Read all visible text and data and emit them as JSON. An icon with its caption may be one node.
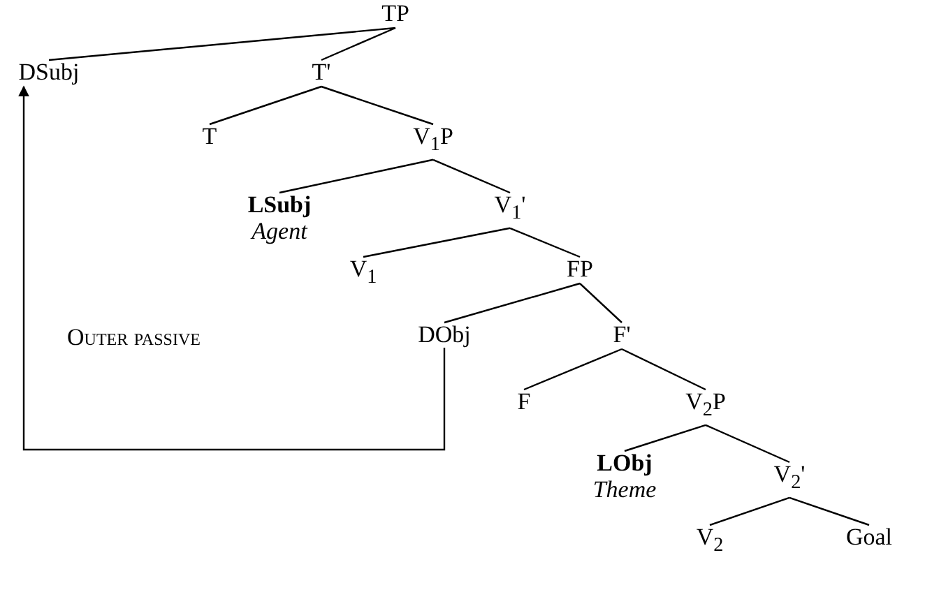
{
  "diagram": {
    "nodes": [
      {
        "text": [
          "TP"
        ]
      },
      {
        "text": [
          "DSubj"
        ]
      },
      {
        "text": [
          "T'"
        ]
      },
      {
        "text": [
          "T"
        ]
      },
      {
        "text": [
          "V$_{1}$P"
        ]
      },
      {
        "text": [
          "LSubj",
          "Agent"
        ]
      },
      {
        "text": [
          "V$_{1}$'"
        ]
      },
      {
        "text": [
          "V$_{1}$"
        ]
      },
      {
        "text": [
          "FP"
        ]
      },
      {
        "text": [
          "DObj"
        ]
      },
      {
        "text": [
          "F'"
        ]
      },
      {
        "text": [
          "F"
        ]
      },
      {
        "text": [
          "V$_{2}$P"
        ]
      },
      {
        "text": [
          "LObj",
          "Theme"
        ]
      },
      {
        "text": [
          "V$_{2}$'"
        ]
      },
      {
        "text": [
          "V$_{2}$"
        ]
      },
      {
        "text": [
          "Goal"
        ]
      }
    ],
    "edges": [
      {
        "from": 0,
        "to": 1,
        "arrow": "none"
      },
      {
        "from": 0,
        "to": 2,
        "arrow": "none"
      },
      {
        "from": 2,
        "to": 3,
        "arrow": "none"
      },
      {
        "from": 2,
        "to": 4,
        "arrow": "none"
      },
      {
        "from": 4,
        "to": 5,
        "arrow": "none"
      },
      {
        "from": 4,
        "to": 6,
        "arrow": "none"
      },
      {
        "from": 6,
        "to": 7,
        "arrow": "none"
      },
      {
        "from": 6,
        "to": 8,
        "arrow": "none"
      },
      {
        "from": 8,
        "to": 9,
        "arrow": "none"
      },
      {
        "from": 8,
        "to": 10,
        "arrow": "none"
      },
      {
        "from": 10,
        "to": 11,
        "arrow": "none"
      },
      {
        "from": 10,
        "to": 12,
        "arrow": "none"
      },
      {
        "from": 12,
        "to": 13,
        "arrow": "none"
      },
      {
        "from": 12,
        "to": 14,
        "arrow": "none"
      },
      {
        "from": 14,
        "to": 15,
        "arrow": "none"
      },
      {
        "from": 14,
        "to": 16,
        "arrow": "none"
      },
      {
        "from": 9,
        "to": 1,
        "arrow": "to"
      }
    ],
    "labels": [
      "Outer passive"
    ]
  }
}
